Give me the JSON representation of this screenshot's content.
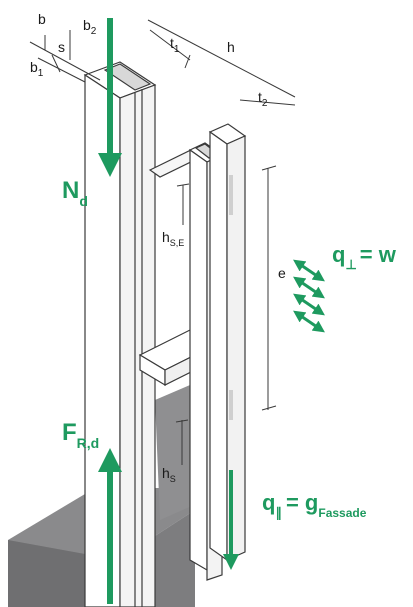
{
  "colors": {
    "accent": "#1e9a5f",
    "block": "#7d7d7f",
    "line": "#3a3a3a",
    "member": "#ffffff",
    "shade": "#d8d8d8"
  },
  "dims": {
    "b": "b",
    "b2_main": "b",
    "b2_sub": "2",
    "s": "s",
    "b1_main": "b",
    "b1_sub": "1",
    "t1_main": "t",
    "t1_sub": "1",
    "h": "h",
    "t2_main": "t",
    "t2_sub": "2",
    "hse_main": "h",
    "hse_sub": "S,E",
    "e": "e",
    "hs_main": "h",
    "hs_sub": "S"
  },
  "loads": {
    "nd_main": "N",
    "nd_sub": "d",
    "fr_main": "F",
    "fr_sub": "R,d",
    "qperp_main": "q",
    "qperp_sub": "⊥",
    "qperp_rhs": "= w",
    "qpar_main": "q",
    "qpar_sub": "∥",
    "qpar_rhs_main": "= g",
    "qpar_rhs_sub": "Fassade"
  }
}
